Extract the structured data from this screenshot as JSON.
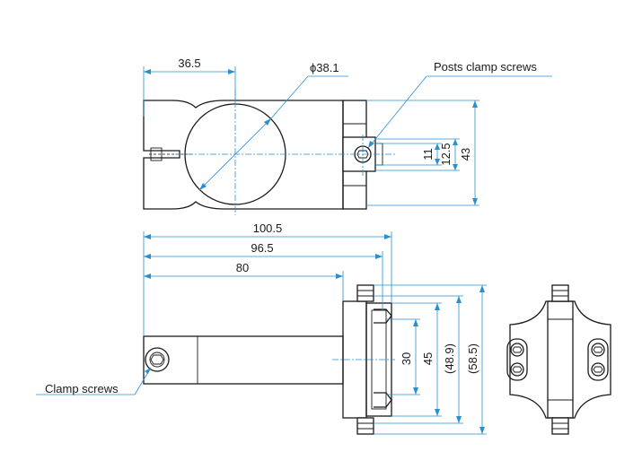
{
  "dimensions": {
    "d36_5": "36.5",
    "diam": "ϕ38.1",
    "d11": "11",
    "d12_5": "12.5",
    "d43": "43",
    "d100_5": "100.5",
    "d96_5": "96.5",
    "d80": "80",
    "d30": "30",
    "d45": "45",
    "d48_9": "(48.9)",
    "d58_5": "(58.5)"
  },
  "callouts": {
    "posts_clamp_screws": "Posts clamp screws",
    "clamp_screws": "Clamp screws"
  },
  "colors": {
    "dimension_line": "#2a8fd0",
    "outline": "#1a1a1a"
  }
}
